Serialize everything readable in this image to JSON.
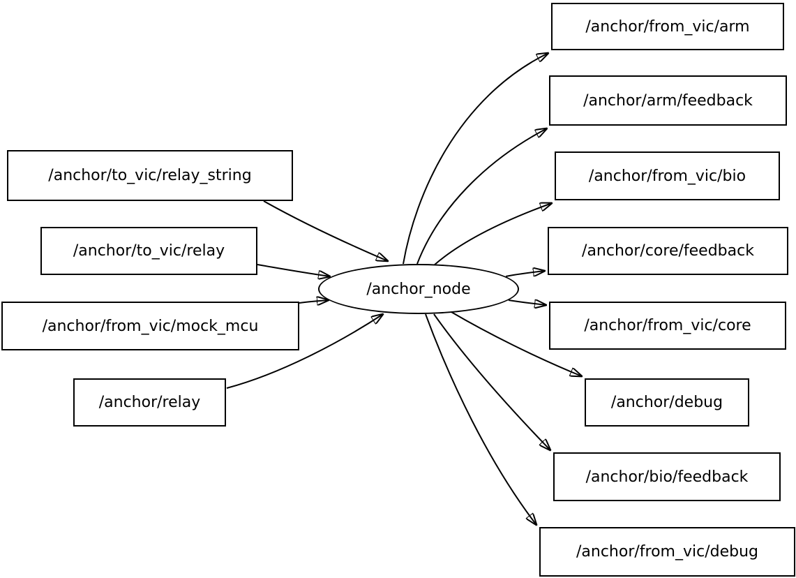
{
  "diagram": {
    "background_color": "#ffffff",
    "line_color": "#000000",
    "text_color": "#000000",
    "center_node": {
      "label": "/anchor_node",
      "shape": "ellipse"
    },
    "input_topics": [
      {
        "label": "/anchor/to_vic/relay_string"
      },
      {
        "label": "/anchor/to_vic/relay"
      },
      {
        "label": "/anchor/from_vic/mock_mcu"
      },
      {
        "label": "/anchor/relay"
      }
    ],
    "output_topics": [
      {
        "label": "/anchor/from_vic/arm"
      },
      {
        "label": "/anchor/arm/feedback"
      },
      {
        "label": "/anchor/from_vic/bio"
      },
      {
        "label": "/anchor/core/feedback"
      },
      {
        "label": "/anchor/from_vic/core"
      },
      {
        "label": "/anchor/debug"
      },
      {
        "label": "/anchor/bio/feedback"
      },
      {
        "label": "/anchor/from_vic/debug"
      }
    ],
    "edges": [
      {
        "from": "/anchor/to_vic/relay_string",
        "to": "/anchor_node"
      },
      {
        "from": "/anchor/to_vic/relay",
        "to": "/anchor_node"
      },
      {
        "from": "/anchor/from_vic/mock_mcu",
        "to": "/anchor_node"
      },
      {
        "from": "/anchor/relay",
        "to": "/anchor_node"
      },
      {
        "from": "/anchor_node",
        "to": "/anchor/from_vic/arm"
      },
      {
        "from": "/anchor_node",
        "to": "/anchor/arm/feedback"
      },
      {
        "from": "/anchor_node",
        "to": "/anchor/from_vic/bio"
      },
      {
        "from": "/anchor_node",
        "to": "/anchor/core/feedback"
      },
      {
        "from": "/anchor_node",
        "to": "/anchor/from_vic/core"
      },
      {
        "from": "/anchor_node",
        "to": "/anchor/debug"
      },
      {
        "from": "/anchor_node",
        "to": "/anchor/bio/feedback"
      },
      {
        "from": "/anchor_node",
        "to": "/anchor/from_vic/debug"
      }
    ]
  }
}
